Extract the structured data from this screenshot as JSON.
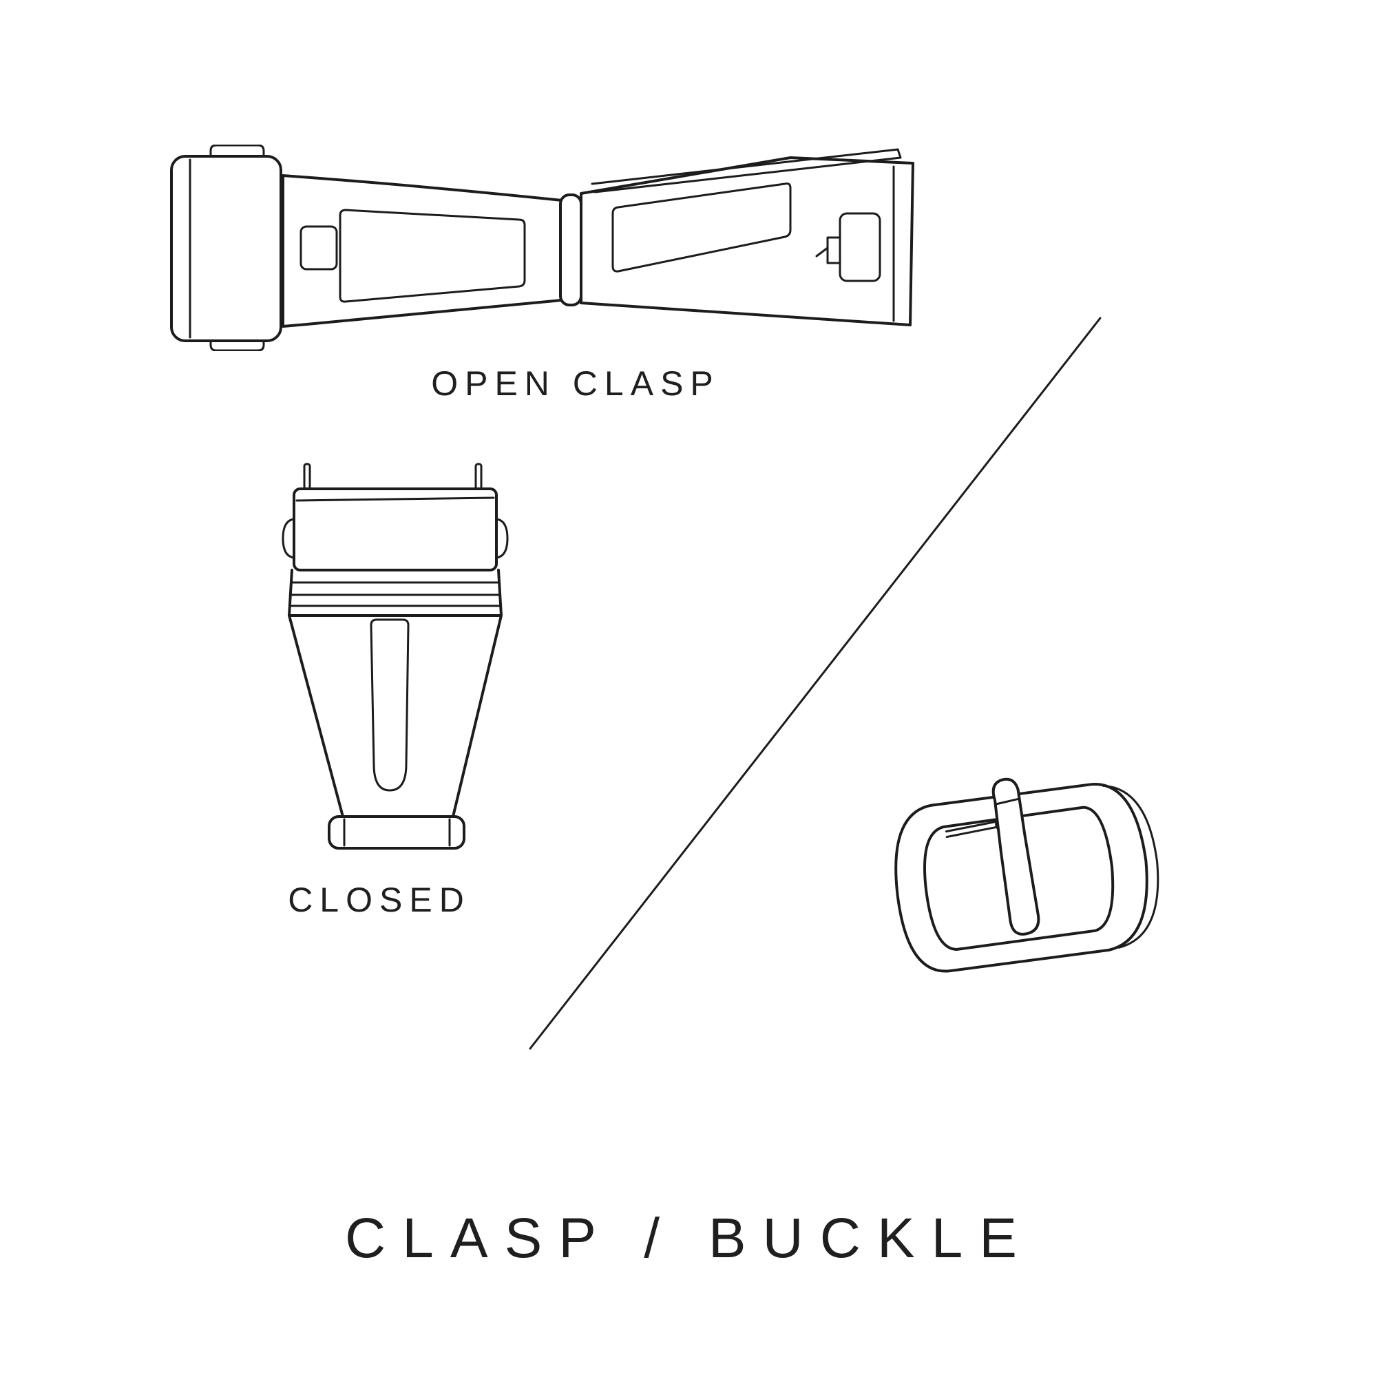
{
  "title": "CLASP / BUCKLE",
  "labels": {
    "open_clasp": "OPEN CLASP",
    "closed_clasp": "CLOSED"
  },
  "illustrations": {
    "open_clasp": "open-clasp-drawing",
    "closed_clasp": "closed-clasp-drawing",
    "buckle": "tang-buckle-drawing"
  },
  "colors": {
    "line": "#1c1c1c",
    "text": "#1f1f1f",
    "background": "#ffffff"
  }
}
